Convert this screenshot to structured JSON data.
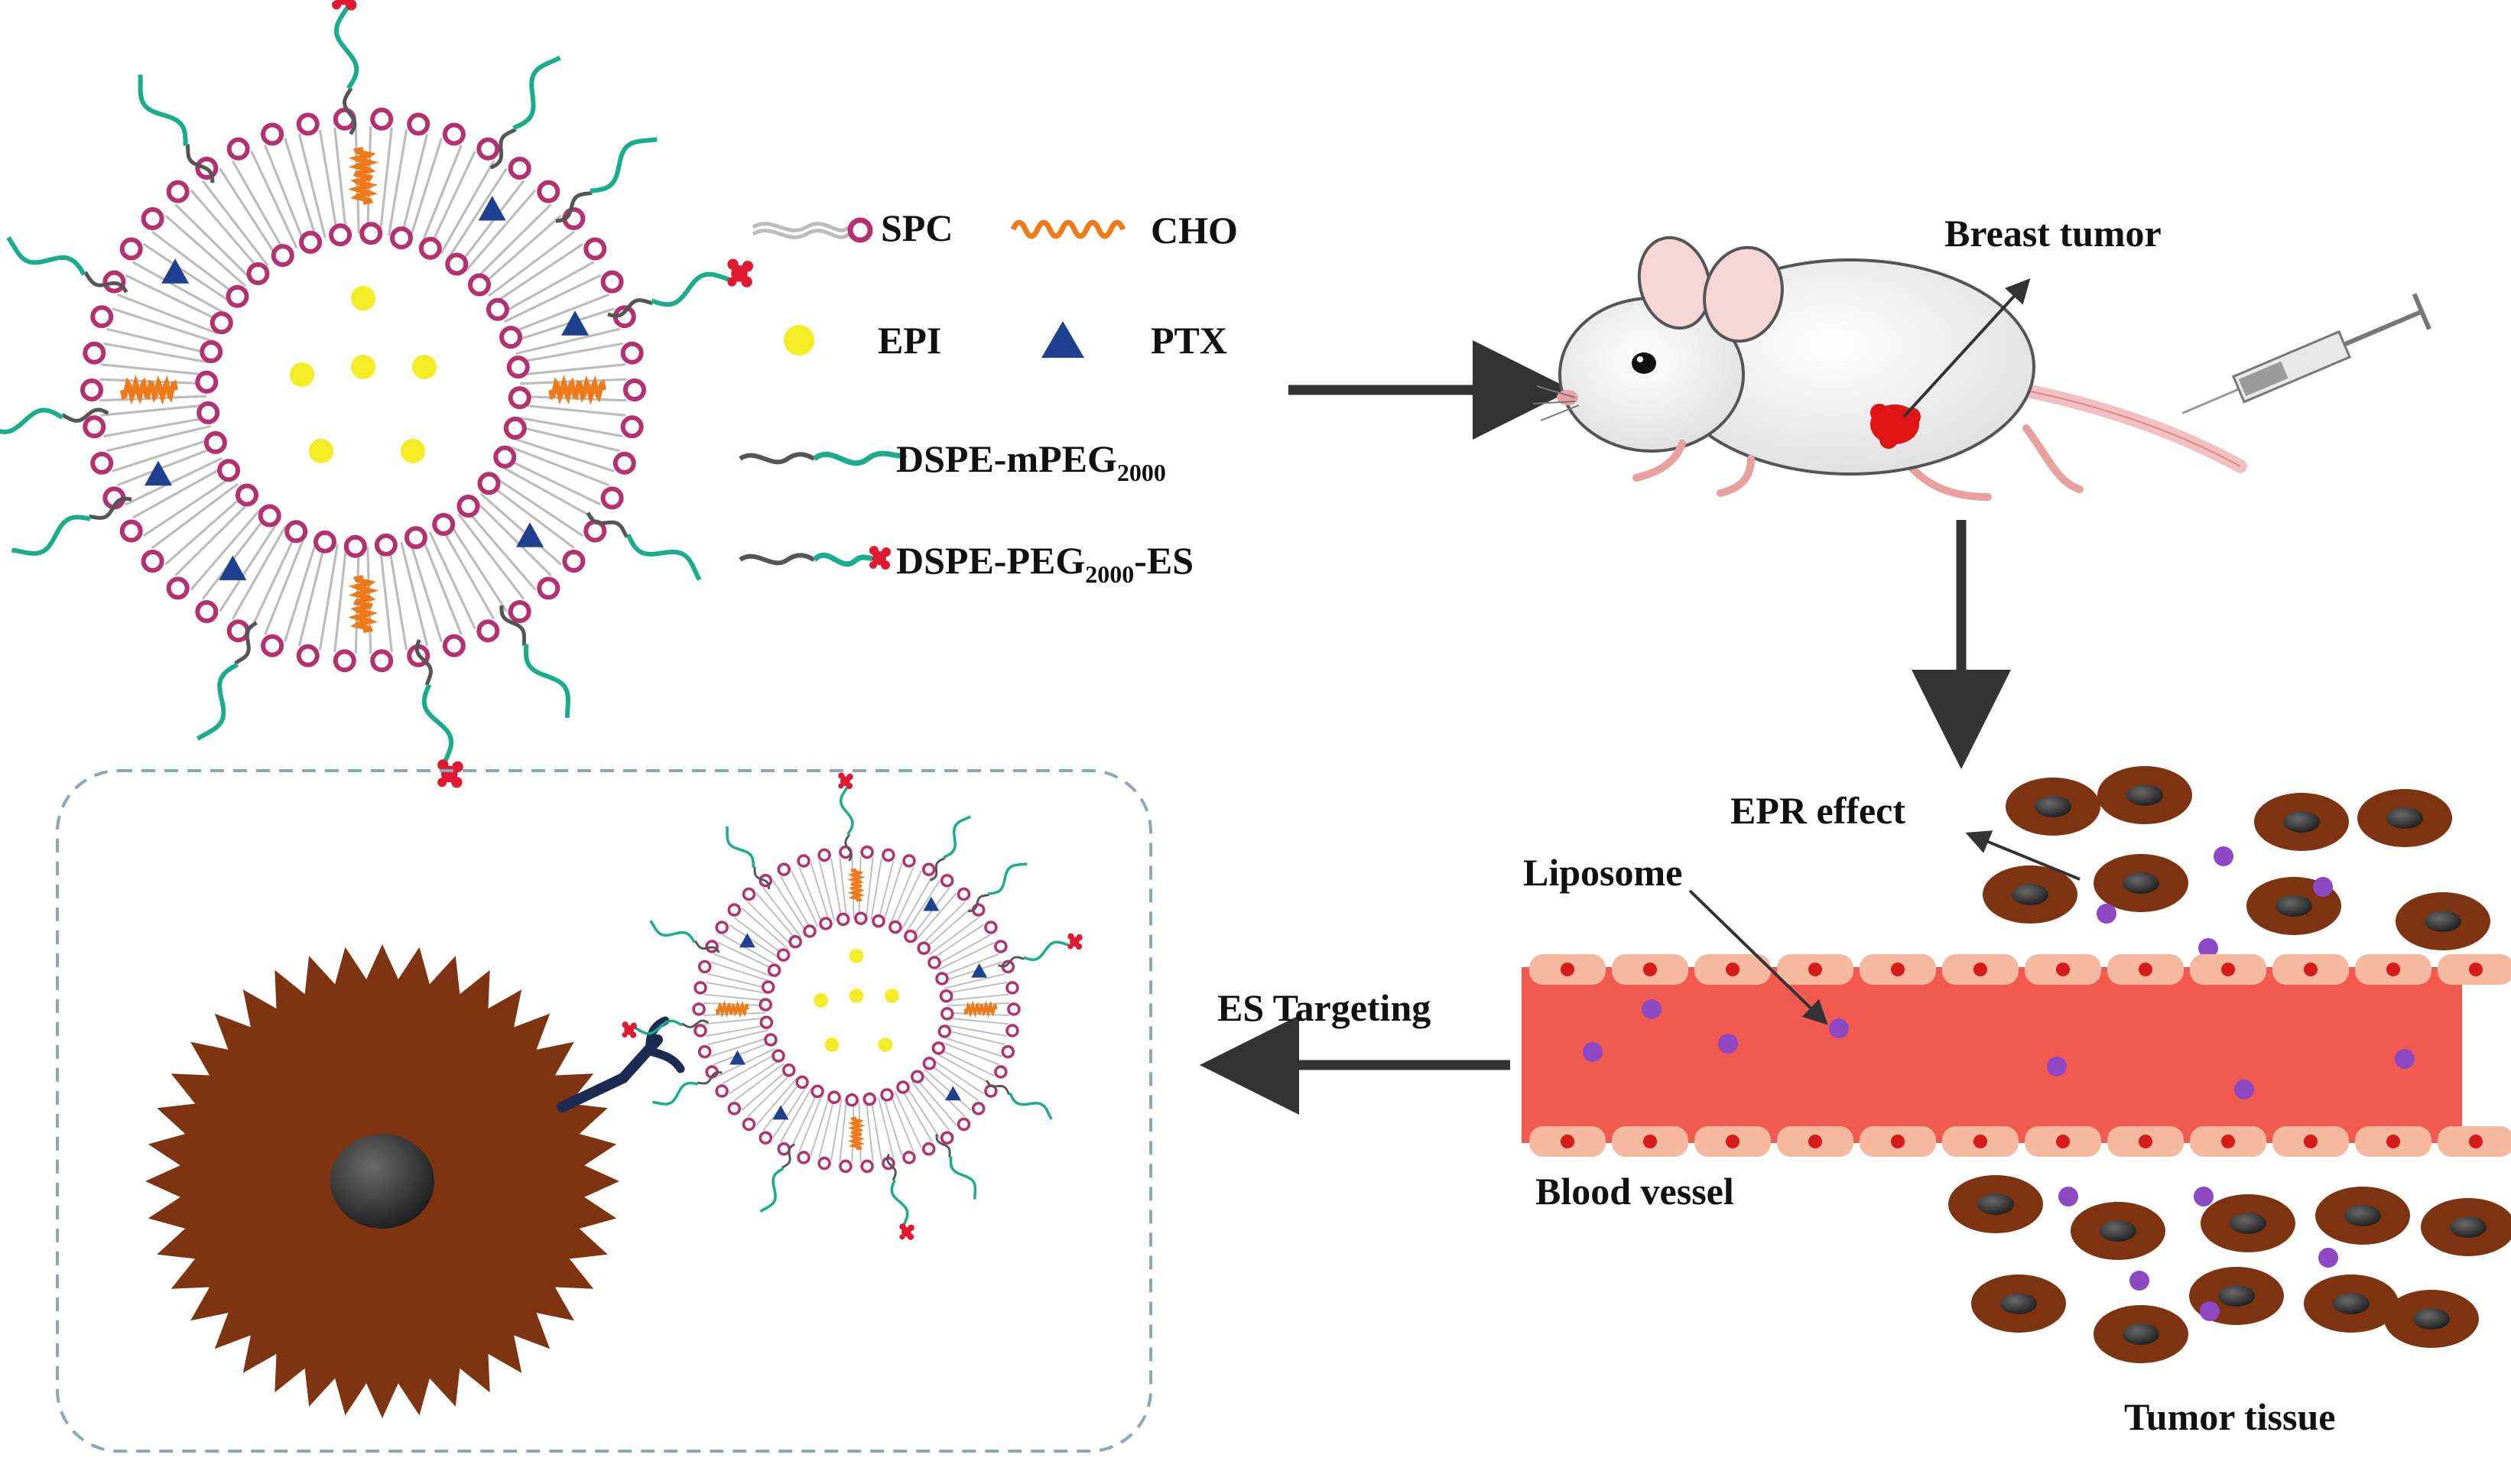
{
  "legend": {
    "spc": "SPC",
    "cho": "CHO",
    "epi": "EPI",
    "ptx": "PTX",
    "mpeg_base": "DSPE-mPEG",
    "mpeg_sub": "2000",
    "es_base": "DSPE-PEG",
    "es_sub": "2000",
    "es_suffix": "-ES"
  },
  "labels": {
    "breast_tumor": "Breast tumor",
    "epr_effect": "EPR effect",
    "liposome": "Liposome",
    "es_targeting": "ES Targeting",
    "blood_vessel": "Blood vessel",
    "tumor_tissue": "Tumor tissue"
  },
  "colors": {
    "lipid_head": "#b5306e",
    "tail": "#bcbcbc",
    "cholesterol": "#f07a1a",
    "epi": "#f4ec24",
    "ptx": "#1f3f8f",
    "peg": "#19ad8e",
    "dspe": "#555555",
    "es_ligand": "#e01830",
    "tumor_cell": "#7e3410",
    "nucleus": "#2a2a2a",
    "vessel": "#f25a50",
    "endothelium": "#f7b8a0",
    "rbc": "#d81a1a",
    "liposome_particle": "#8e48c4",
    "arrow": "#333333",
    "dashed_frame": "#8aa8b5"
  },
  "icons": {
    "mouse": "mouse-icon",
    "syringe": "syringe-icon",
    "antibody": "antibody-receptor-icon"
  }
}
